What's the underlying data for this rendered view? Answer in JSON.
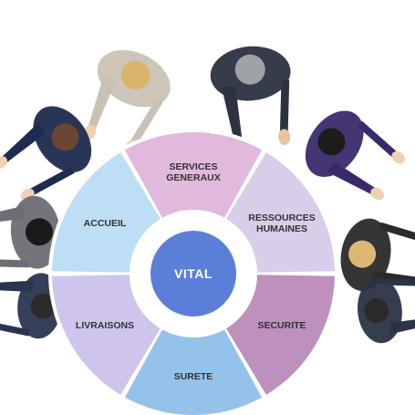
{
  "diagram": {
    "center": {
      "label": "VITAL",
      "color": "#5b7fd8"
    },
    "segments": [
      {
        "lines": [
          "SERVICES",
          "GENERAUX"
        ],
        "color": "#ddb3d9"
      },
      {
        "lines": [
          "RESSOURCES",
          "HUMAINES"
        ],
        "color": "#d6cae8"
      },
      {
        "lines": [
          "SECURITE"
        ],
        "color": "#b788b5"
      },
      {
        "lines": [
          "SURETE"
        ],
        "color": "#8cbde8"
      },
      {
        "lines": [
          "LIVRAISONS"
        ],
        "color": "#cbc0ea"
      },
      {
        "lines": [
          "ACCUEIL"
        ],
        "color": "#b9dbf5"
      }
    ],
    "ring_color": "#ffffff",
    "people": [
      {
        "name": "person-top-left",
        "jacket": "#c9c2b4",
        "hair": "#d9b46a",
        "skin": "#f0cfae"
      },
      {
        "name": "person-top",
        "jacket": "#2c3240",
        "hair": "#9ea3a8",
        "skin": "#e6c3a2"
      },
      {
        "name": "person-right-top",
        "jacket": "#3b2a6b",
        "hair": "#1c1c1c",
        "skin": "#f0d0b2"
      },
      {
        "name": "person-right",
        "jacket": "#2a2a2a",
        "hair": "#dcb872",
        "skin": "#f2d2b5"
      },
      {
        "name": "person-left-top",
        "jacket": "#1e2a4e",
        "hair": "#6b4630",
        "skin": "#f1cfb0"
      },
      {
        "name": "person-left",
        "jacket": "#6b6e73",
        "hair": "#1a1a1a",
        "skin": "#6b4430"
      },
      {
        "name": "person-left-bottom",
        "jacket": "#2a3550",
        "hair": "#2a2a2a",
        "skin": "#e8c6a6"
      },
      {
        "name": "person-right-bottom",
        "jacket": "#2b3346",
        "hair": "#2a2a2a",
        "skin": "#e8c6a6"
      }
    ]
  }
}
